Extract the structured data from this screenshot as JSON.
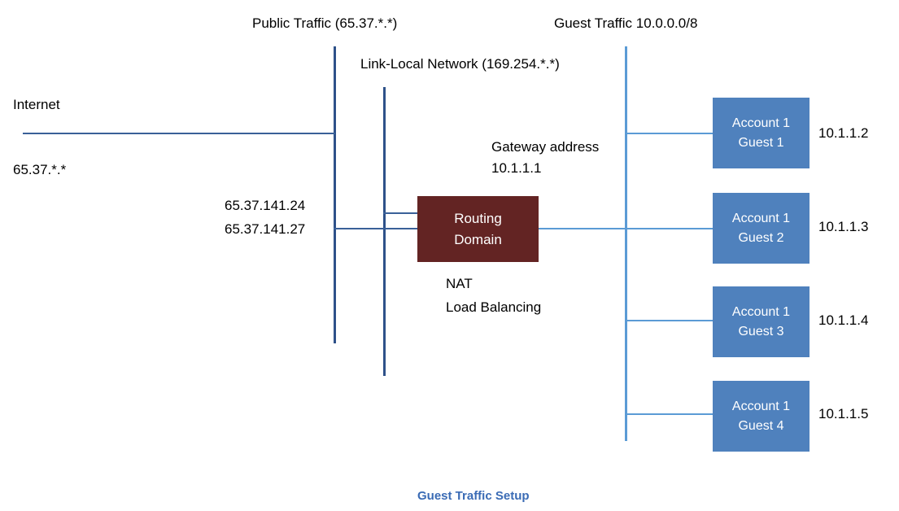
{
  "diagram": {
    "caption": "Guest Traffic Setup",
    "colors": {
      "guest_box": "#4F81BD",
      "routing_box": "#632423",
      "line_light": "#5B9BD5",
      "line_dark": "#2E5189",
      "caption_text": "#3A6BB5",
      "text": "#000000"
    },
    "headings": {
      "public_traffic": "Public Traffic (65.37.*.*)",
      "link_local": "Link-Local Network (169.254.*.*)",
      "guest_traffic": "Guest Traffic 10.0.0.0/8"
    },
    "labels": {
      "internet": "Internet",
      "internet_range": "65.37.*.*",
      "public_ip_1": "65.37.141.24",
      "public_ip_2": "65.37.141.27",
      "gateway_title": "Gateway address",
      "gateway_ip": "10.1.1.1",
      "nat": "NAT",
      "load_balancing": "Load Balancing"
    },
    "routing_domain": {
      "line1": "Routing",
      "line2": "Domain"
    },
    "guests": [
      {
        "account": "Account 1",
        "name": "Guest 1",
        "ip": "10.1.1.2"
      },
      {
        "account": "Account 1",
        "name": "Guest 2",
        "ip": "10.1.1.3"
      },
      {
        "account": "Account 1",
        "name": "Guest 3",
        "ip": "10.1.1.4"
      },
      {
        "account": "Account 1",
        "name": "Guest 4",
        "ip": "10.1.1.5"
      }
    ]
  }
}
